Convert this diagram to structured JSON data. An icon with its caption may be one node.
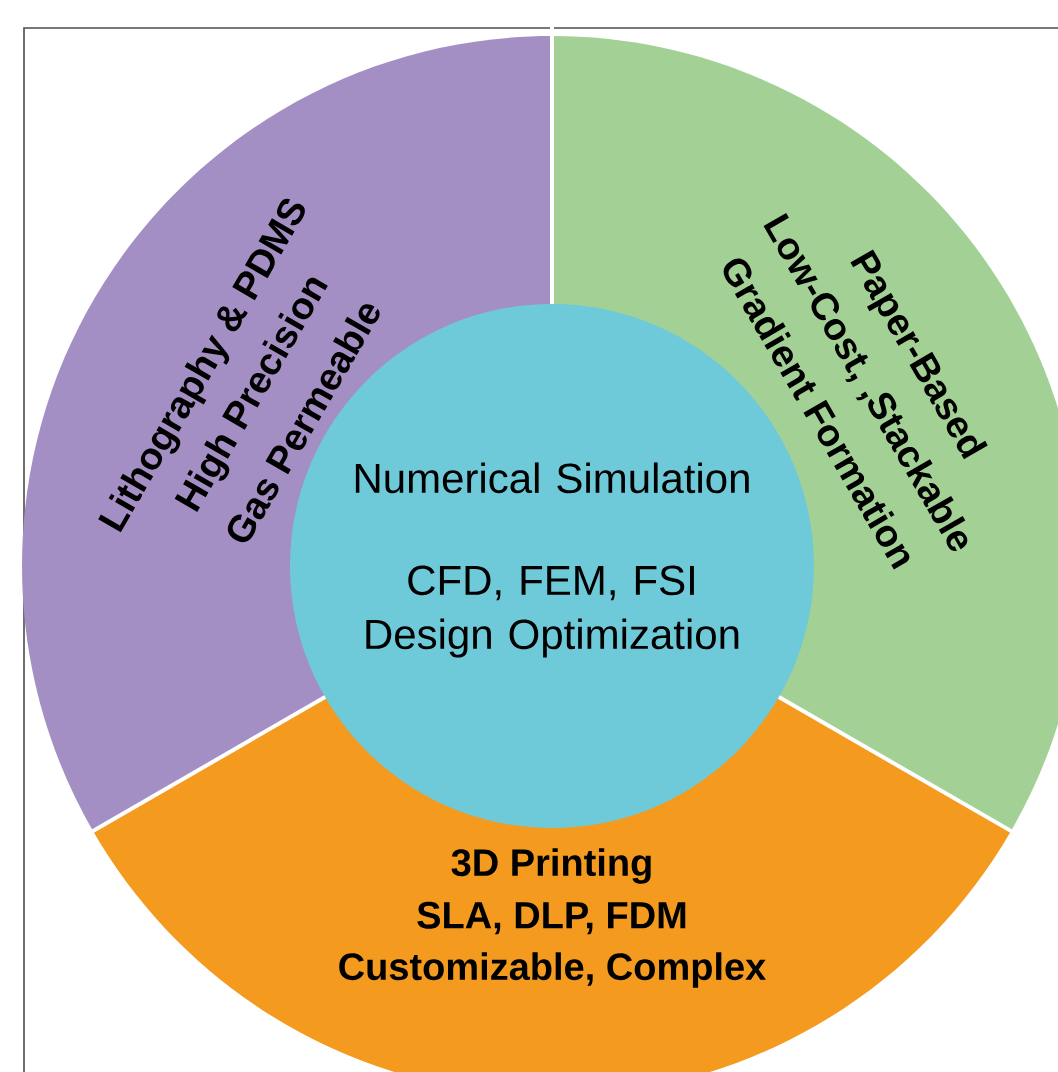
{
  "diagram": {
    "nodes": [
      {
        "text": [
          "Lithography & PDMS",
          "High Precision",
          "Gas Permeable"
        ]
      },
      {
        "text": [
          "Paper-Based",
          "Low-Cost, ,Stackable",
          "Gradient Formation"
        ]
      },
      {
        "text": [
          "Numerical Simulation",
          "CFD, FEM, FSI Design Optimization"
        ]
      },
      {
        "text": [
          "3D Printing",
          "SLA, DLP, FDM",
          "Customizable, Complex"
        ]
      }
    ]
  }
}
